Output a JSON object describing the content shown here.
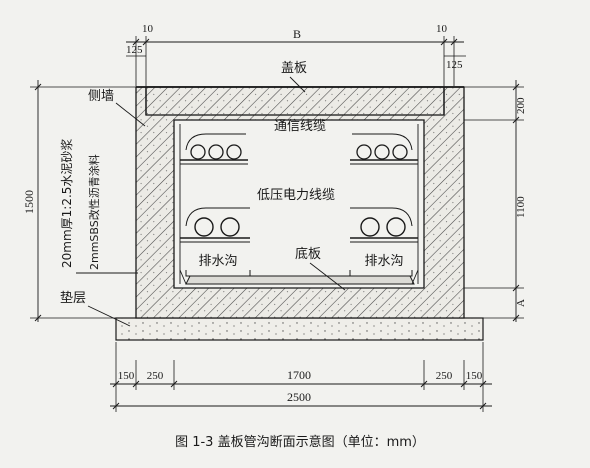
{
  "dims_top": {
    "left_10": "10",
    "left_125": "125",
    "b": "B",
    "right_10": "10",
    "right_125": "125"
  },
  "dims_right": {
    "d200": "200",
    "d1100": "1100",
    "dA": "A"
  },
  "dims_left": {
    "d1500": "1500"
  },
  "dims_bottom": {
    "d150a": "150",
    "d250a": "250",
    "d1700": "1700",
    "d250b": "250",
    "d150b": "150",
    "total": "2500"
  },
  "labels": {
    "cover": "盖板",
    "side_wall": "侧墙",
    "comm_cable": "通信线缆",
    "lv_cable": "低压电力线缆",
    "bottom_plate": "底板",
    "drain_left": "排水沟",
    "drain_right": "排水沟",
    "cushion": "垫层",
    "mortar": "20mm厚1:2.5水泥砂浆",
    "sbs": "2mmSBS改性沥青涂料"
  },
  "caption": "图 1-3    盖板管沟断面示意图（单位：mm）",
  "colors": {
    "ink": "#1a1a1a",
    "paper": "#f2f2ef"
  }
}
